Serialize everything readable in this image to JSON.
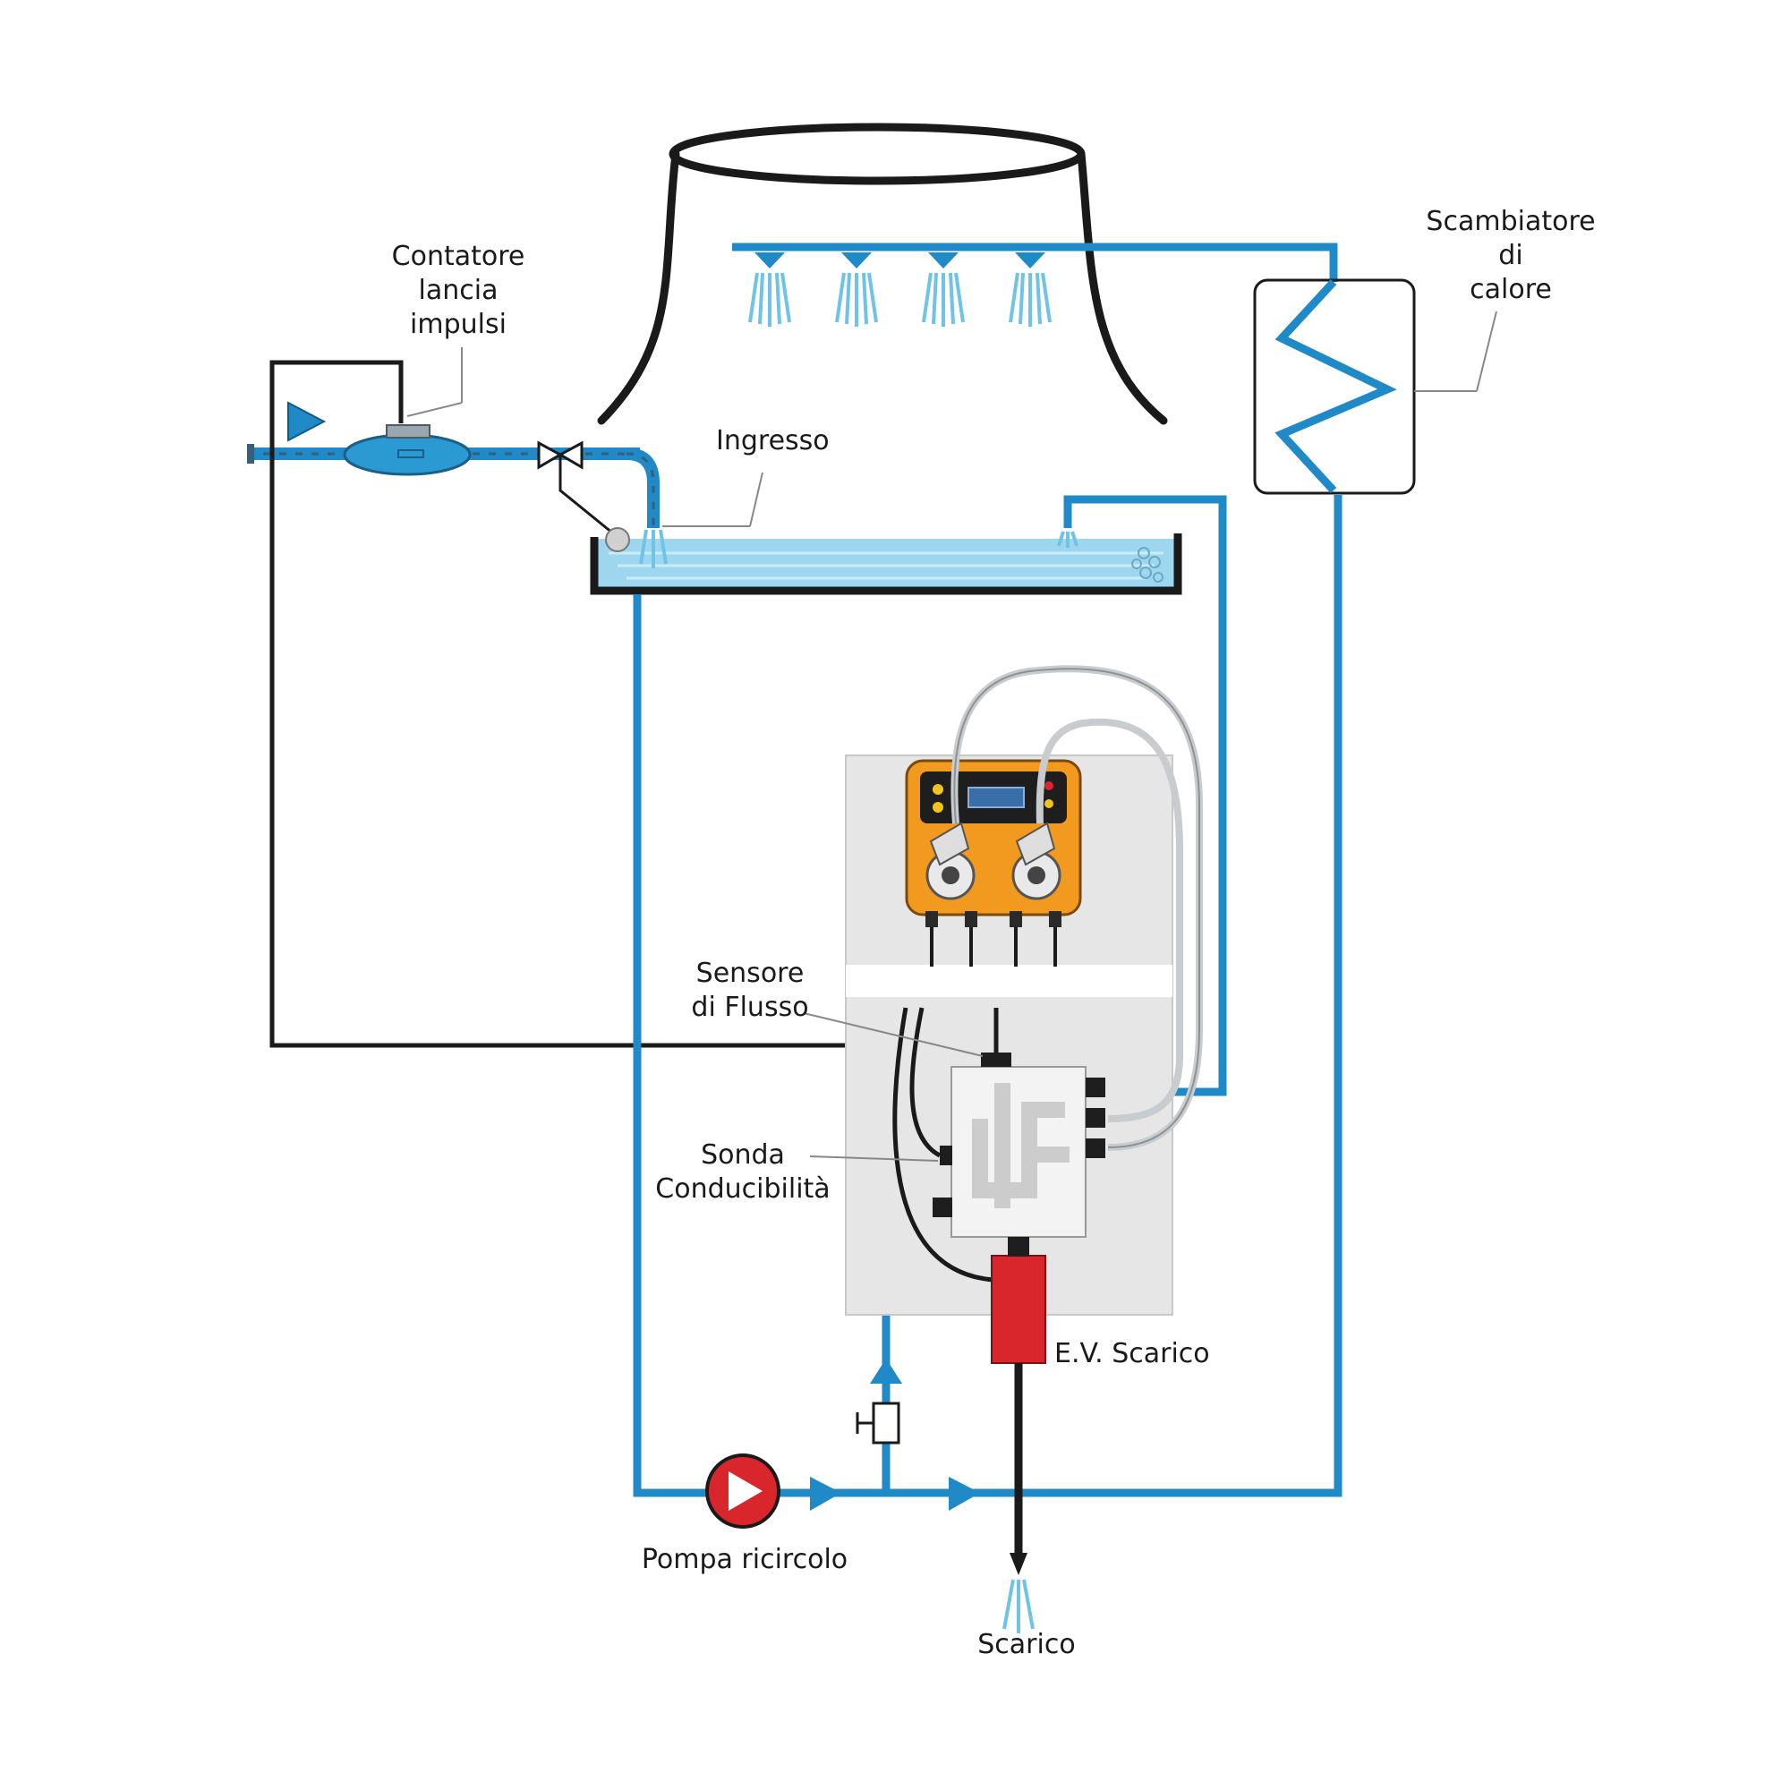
{
  "labels": {
    "meter": [
      "Contatore",
      "lancia",
      "impulsi"
    ],
    "inlet": "Ingresso",
    "heat_exchanger": [
      "Scambiatore",
      "di",
      "calore"
    ],
    "flow_sensor": [
      "Sensore",
      "di Flusso"
    ],
    "conductivity_probe": [
      "Sonda",
      "Conducibilità"
    ],
    "solenoid_valve": "E.V. Scarico",
    "recirculation_pump": "Pompa ricircolo",
    "drain": "Scarico"
  },
  "colors": {
    "water_pipe": "#1f8ac7",
    "signal_line": "#1a1a1a",
    "tower_outline": "#1a1a1a",
    "panel_bg": "#e6e6e6",
    "controller_body": "#f29a1f",
    "pump_fill": "#d9262c",
    "solenoid_fill": "#d9262c",
    "water_fill": "#9fd6ef",
    "hose": "#c8cccf",
    "spray": "#6ec3e6"
  }
}
